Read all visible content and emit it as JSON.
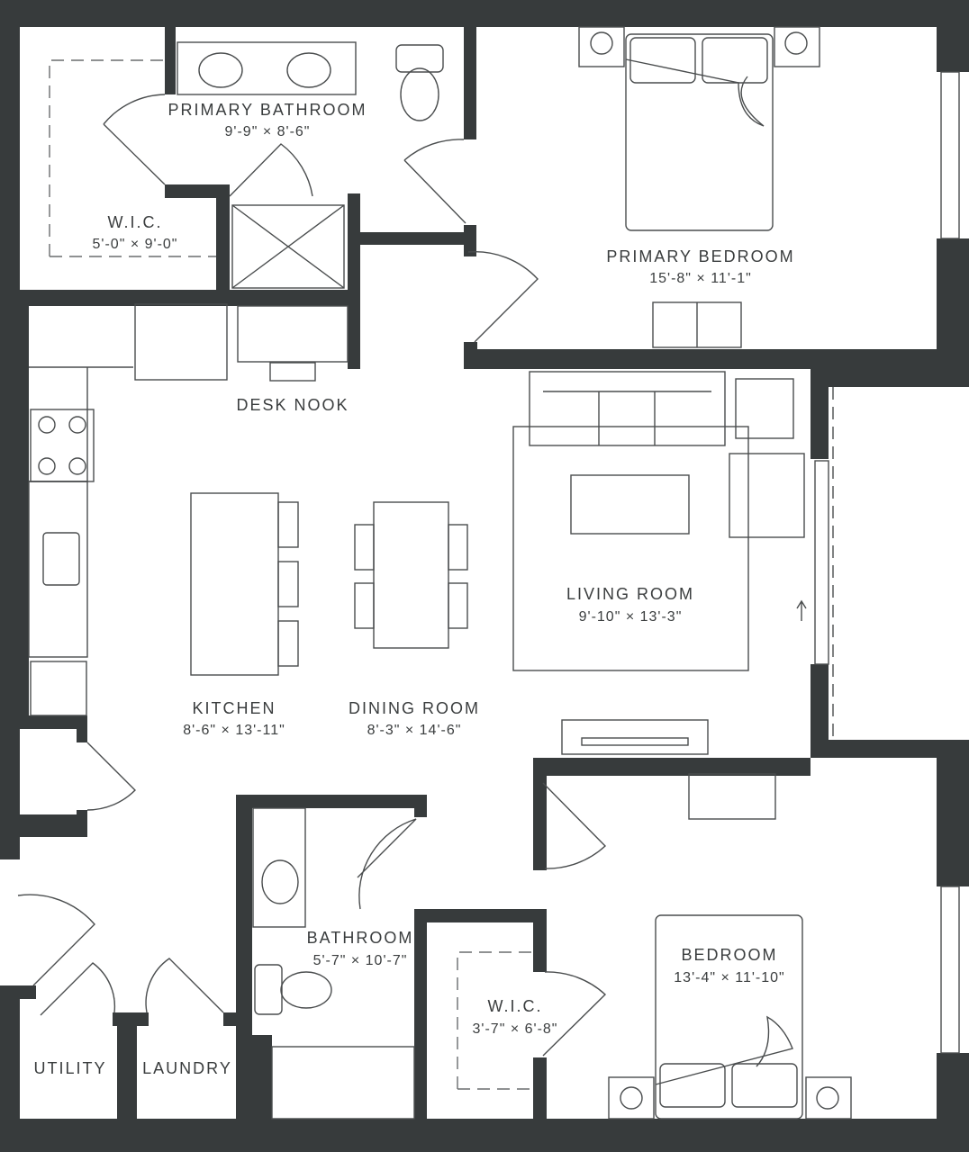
{
  "colors": {
    "wall": "#373b3c",
    "fixture_line": "#4a4d4e",
    "label": "#3a3d3e",
    "background": "#ffffff"
  },
  "rooms": {
    "primary_bathroom": {
      "name": "PRIMARY BATHROOM",
      "dims": "9'-9\" × 8'-6\""
    },
    "primary_wic": {
      "name": "W.I.C.",
      "dims": "5'-0\" × 9'-0\""
    },
    "primary_bedroom": {
      "name": "PRIMARY BEDROOM",
      "dims": "15'-8\" × 11'-1\""
    },
    "desk_nook": {
      "name": "DESK NOOK"
    },
    "living_room": {
      "name": "LIVING ROOM",
      "dims": "9'-10\" × 13'-3\""
    },
    "kitchen": {
      "name": "KITCHEN",
      "dims": "8'-6\" × 13'-11\""
    },
    "dining_room": {
      "name": "DINING ROOM",
      "dims": "8'-3\" × 14'-6\""
    },
    "bathroom": {
      "name": "BATHROOM",
      "dims": "5'-7\" × 10'-7\""
    },
    "bedroom": {
      "name": "BEDROOM",
      "dims": "13'-4\" × 11'-10\""
    },
    "bedroom_wic": {
      "name": "W.I.C.",
      "dims": "3'-7\" × 6'-8\""
    },
    "utility": {
      "name": "UTILITY"
    },
    "laundry": {
      "name": "LAUNDRY"
    }
  }
}
